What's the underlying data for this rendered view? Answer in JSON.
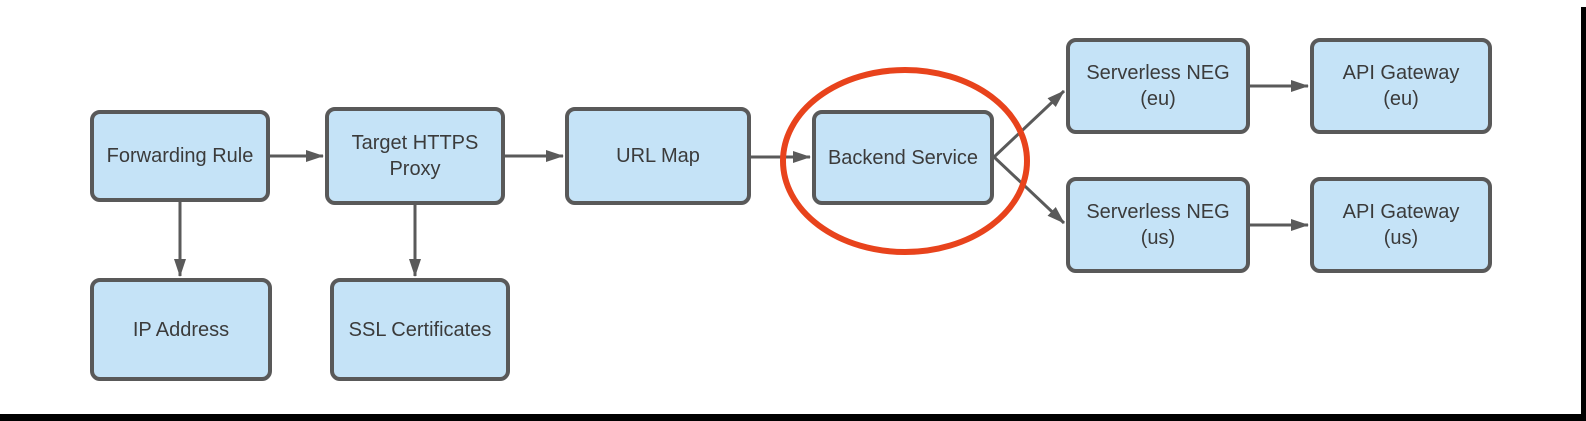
{
  "diagram": {
    "type": "flowchart",
    "description": "HTTPS load balancer architecture flow with Backend Service highlighted"
  },
  "nodes": [
    {
      "id": "forwarding-rule",
      "lines": [
        "Forwarding Rule"
      ]
    },
    {
      "id": "target-https-proxy",
      "lines": [
        "Target HTTPS",
        "Proxy"
      ]
    },
    {
      "id": "url-map",
      "lines": [
        "URL Map"
      ]
    },
    {
      "id": "backend-service",
      "lines": [
        "Backend Service"
      ]
    },
    {
      "id": "serverless-neg-eu",
      "lines": [
        "Serverless NEG",
        "(eu)"
      ]
    },
    {
      "id": "api-gateway-eu",
      "lines": [
        "API Gateway",
        "(eu)"
      ]
    },
    {
      "id": "serverless-neg-us",
      "lines": [
        "Serverless NEG",
        "(us)"
      ]
    },
    {
      "id": "api-gateway-us",
      "lines": [
        "API Gateway",
        "(us)"
      ]
    },
    {
      "id": "ip-address",
      "lines": [
        "IP Address"
      ]
    },
    {
      "id": "ssl-certificates",
      "lines": [
        "SSL Certificates"
      ]
    }
  ],
  "edges": [
    {
      "from": "Forwarding Rule",
      "to": "Target HTTPS Proxy"
    },
    {
      "from": "Forwarding Rule",
      "to": "IP Address"
    },
    {
      "from": "Target HTTPS Proxy",
      "to": "URL Map"
    },
    {
      "from": "Target HTTPS Proxy",
      "to": "SSL Certificates"
    },
    {
      "from": "URL Map",
      "to": "Backend Service"
    },
    {
      "from": "Backend Service",
      "to": "Serverless NEG (eu)"
    },
    {
      "from": "Backend Service",
      "to": "Serverless NEG (us)"
    },
    {
      "from": "Serverless NEG (eu)",
      "to": "API Gateway (eu)"
    },
    {
      "from": "Serverless NEG (us)",
      "to": "API Gateway (us)"
    }
  ],
  "annotation": {
    "shape": "ellipse-highlight",
    "target": "backend-service",
    "color": "#e8431c"
  },
  "colors": {
    "background": "#ffffff",
    "node_fill": "#c5e3f7",
    "node_border": "#595959",
    "connector": "#5a5a5a",
    "text": "#3b3b3b",
    "highlight": "#e8431c",
    "frame": "#000000"
  }
}
